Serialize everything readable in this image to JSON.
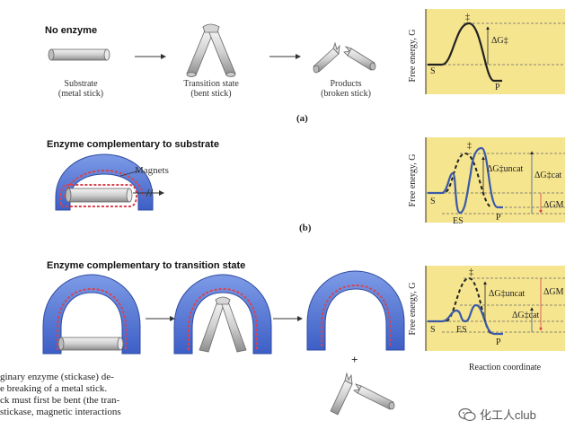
{
  "panel_a": {
    "heading": "No enzyme",
    "substrate_label": "Substrate",
    "substrate_sub": "(metal stick)",
    "transition_label": "Transition state",
    "transition_sub": "(bent stick)",
    "products_label": "Products",
    "products_sub": "(broken stick)",
    "panel_letter": "(a)",
    "graph": {
      "ylabel": "Free energy, G",
      "dagger": "‡",
      "delta_g": "ΔG‡",
      "s_label": "S",
      "p_label": "P"
    }
  },
  "panel_b": {
    "heading": "Enzyme complementary to substrate",
    "magnets_label": "Magnets",
    "panel_letter": "(b)",
    "graph": {
      "ylabel": "Free energy, G",
      "dagger": "‡",
      "delta_g_uncat": "ΔG‡uncat",
      "delta_g_cat": "ΔG‡cat",
      "delta_gm": "ΔGM",
      "s_label": "S",
      "es_label": "ES",
      "p_label": "P"
    }
  },
  "panel_c": {
    "heading": "Enzyme complementary to transition state",
    "plus": "+",
    "graph": {
      "ylabel": "Free energy, G",
      "dagger": "‡",
      "delta_g_uncat": "ΔG‡uncat",
      "delta_g_cat": "ΔG‡cat",
      "delta_gm": "ΔGM",
      "s_label": "S",
      "es_label": "ES",
      "p_label": "P",
      "xlabel": "Reaction coordinate"
    }
  },
  "caption": {
    "line1": "ginary enzyme (stickase) de-",
    "line2": "e breaking of a metal stick.",
    "line3": "ck must first be bent (the tran-",
    "line4": "stickase, magnetic interactions"
  },
  "watermark": "化工人club",
  "colors": {
    "graph_bg": "#f6e58f",
    "enzyme_blue": "#4a6fd0",
    "magnet_red": "#d8434e",
    "curve_blue": "#3a5aa8",
    "delta_red": "#d8434e"
  }
}
